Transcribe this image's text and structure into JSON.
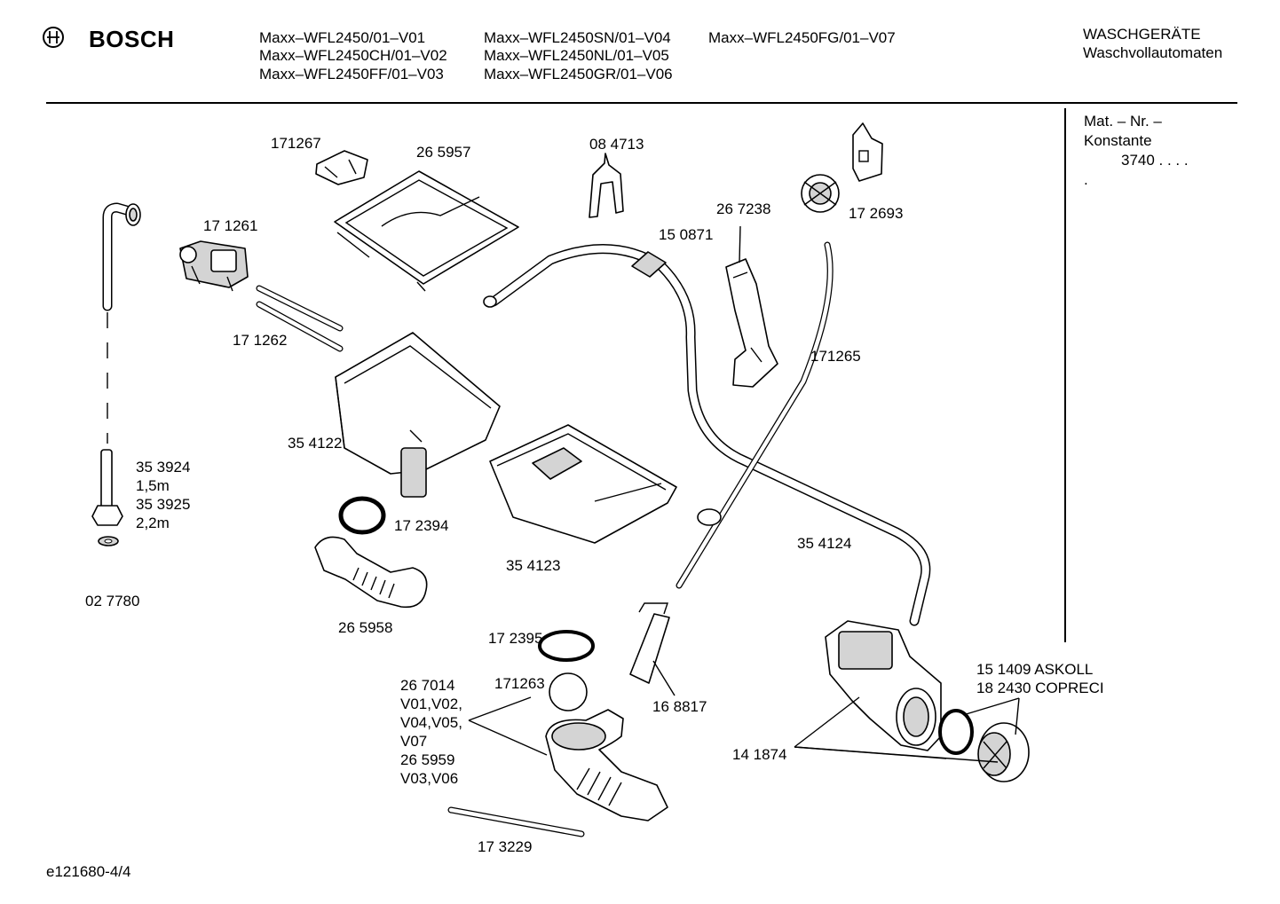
{
  "header": {
    "brand": "BOSCH",
    "models": [
      "Maxx–WFL2450/01–V01",
      "Maxx–WFL2450CH/01–V02",
      "Maxx–WFL2450FF/01–V03",
      "Maxx–WFL2450SN/01–V04",
      "Maxx–WFL2450NL/01–V05",
      "Maxx–WFL2450GR/01–V06",
      "Maxx–WFL2450FG/01–V07"
    ],
    "category_line1": "WASCHGERÄTE",
    "category_line2": "Waschvollautomaten"
  },
  "sidebar": {
    "line1": "Mat. – Nr. –",
    "line2": "Konstante",
    "value": "3740 .  .  .  .",
    "dot": "."
  },
  "parts": {
    "p171267": "171267",
    "p265957": "26 5957",
    "p084713": "08 4713",
    "p171261": "17 1261",
    "p267238": "26 7238",
    "p172693": "17 2693",
    "p150871": "15 0871",
    "p171262": "17 1262",
    "p171265": "171265",
    "p354122": "35 4122",
    "p353924": "35 3924",
    "len1": "1,5m",
    "p353925": "35 3925",
    "len2": "2,2m",
    "p172394": "17 2394",
    "p354123": "35 4123",
    "p354124": "35 4124",
    "p027780": "02 7780",
    "p265958": "26 5958",
    "p172395": "17 2395",
    "p267014": "26 7014",
    "v1": "V01,V02,",
    "p171263": "171263",
    "v2": "V04,V05,",
    "v3": "V07",
    "p265959": "26 5959",
    "v4": "V03,V06",
    "p168817": "16 8817",
    "p151409": "15 1409  ASKOLL",
    "p182430": "18 2430  COPRECI",
    "p141874": "14 1874",
    "p173229": "17 3229"
  },
  "footer": {
    "drawing_id": "e121680-4/4"
  }
}
